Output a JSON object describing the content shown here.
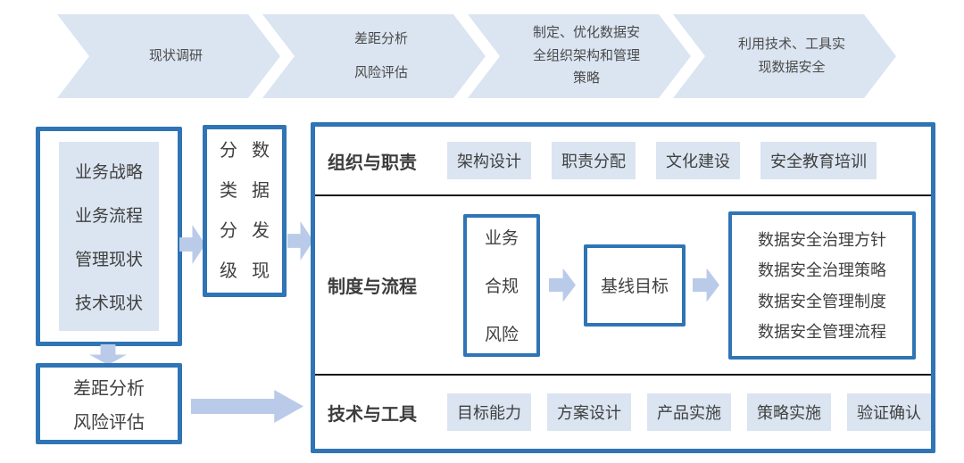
{
  "colors": {
    "border_blue": "#2f74b5",
    "fill_light": "#dbe5f1",
    "arrow_blue": "#b9cbe9",
    "text_dark": "#404040",
    "divider_black": "#111111"
  },
  "process": {
    "steps": [
      {
        "lines": [
          "现状调研"
        ]
      },
      {
        "lines": [
          "差距分析",
          "风险评估"
        ]
      },
      {
        "lines": [
          "制定、优化数据安",
          "全组织架构和管理",
          "策略"
        ]
      },
      {
        "lines": [
          "利用技术、工具实",
          "现数据安全"
        ]
      }
    ]
  },
  "left": {
    "current_state": {
      "items": [
        "业务战略",
        "业务流程",
        "管理现状",
        "技术现状"
      ]
    },
    "classification": {
      "col1": "分类分级",
      "col2": "数据发现"
    },
    "gap": {
      "lines": [
        "差距分析",
        "风险评估"
      ]
    }
  },
  "main": {
    "rows": [
      {
        "label": "组织与职责",
        "chips": [
          "架构设计",
          "职责分配",
          "文化建设",
          "安全教育培训"
        ]
      },
      {
        "label": "制度与流程",
        "compliance": [
          "业务",
          "合规",
          "风险"
        ],
        "baseline": "基线目标",
        "outputs": [
          "数据安全治理方针",
          "数据安全治理策略",
          "数据安全管理制度",
          "数据安全管理流程"
        ]
      },
      {
        "label": "技术与工具",
        "chips": [
          "目标能力",
          "方案设计",
          "产品实施",
          "策略实施",
          "验证确认"
        ]
      }
    ]
  }
}
